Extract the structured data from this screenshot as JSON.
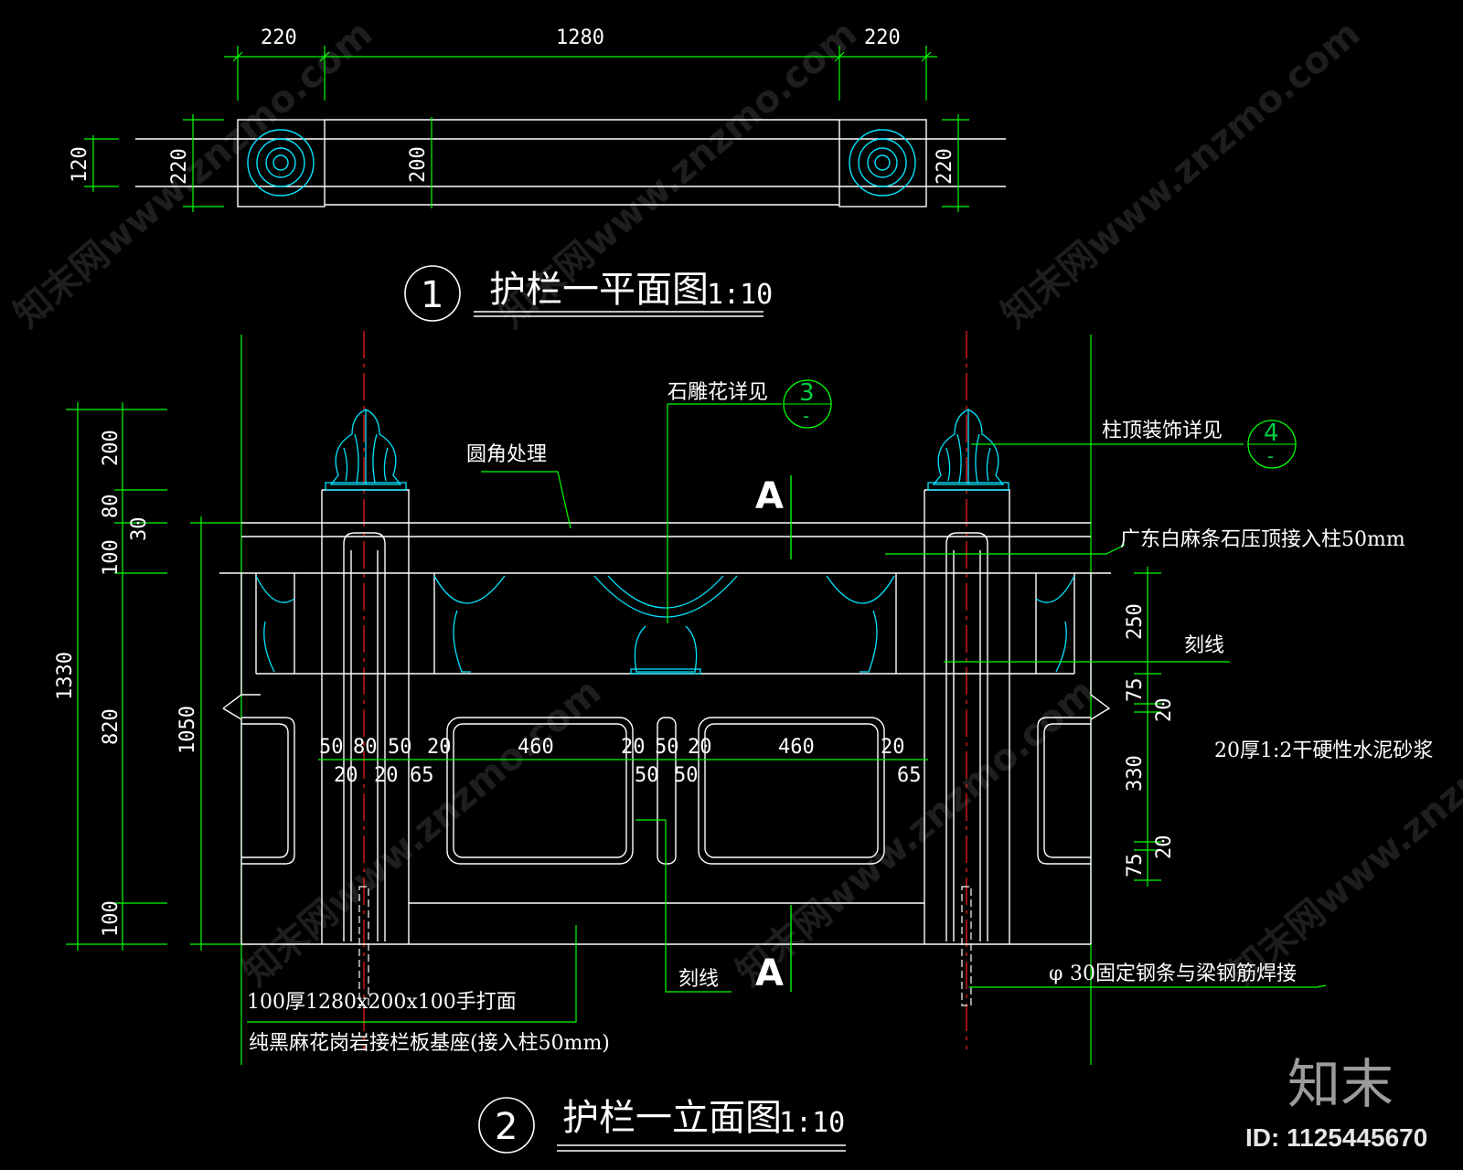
{
  "plan": {
    "title": "护栏一平面图",
    "scale": "1:10",
    "number": "1",
    "dims_top": [
      "220",
      "1280",
      "220"
    ],
    "dims_left": [
      "120",
      "220"
    ],
    "dim_center": "200",
    "dim_right": "220"
  },
  "elevation": {
    "title": "护栏一立面图",
    "scale": "1:10",
    "number": "2",
    "section_mark": "A",
    "dims_left_outer": [
      "200",
      "80",
      "30",
      "100",
      "820",
      "100"
    ],
    "dim_total": "1330",
    "dim_inner": "1050",
    "dims_right": [
      "250",
      "75",
      "20",
      "330",
      "20",
      "75"
    ],
    "dims_row_top": [
      "50",
      "80",
      "50",
      "20",
      "460",
      "20",
      "50",
      "20",
      "460",
      "20"
    ],
    "dims_row_bottom": [
      "20",
      "20",
      "65",
      "50",
      "50",
      "65"
    ],
    "notes": {
      "fillet": "圆角处理",
      "carving": "石雕花详见",
      "carving_ref": "3",
      "carving_ref_sub": "-",
      "cap": "柱顶装饰详见",
      "cap_ref": "4",
      "cap_ref_sub": "-",
      "capstone": "广东白麻条石压顶接入柱50mm",
      "groove_upper": "刻线",
      "mortar": "20厚1:2干硬性水泥砂浆",
      "groove_lower": "刻线",
      "rebar": "30固定钢条与梁钢筋焊接",
      "rebar_symbol": "φ",
      "base_line1": "100厚1280x200x100手打面",
      "base_line2": "纯黑麻花岗岩接栏板基座(接入柱50mm)"
    }
  },
  "watermark": {
    "brand": "知末",
    "id": "ID: 1125445670",
    "site": "知末网www.znzmo.com"
  },
  "colors": {
    "background": "#000000",
    "lines": "#ffffff",
    "dims": "#00ff00",
    "centerline": "#ff2020",
    "ornament": "#00e5ff"
  }
}
